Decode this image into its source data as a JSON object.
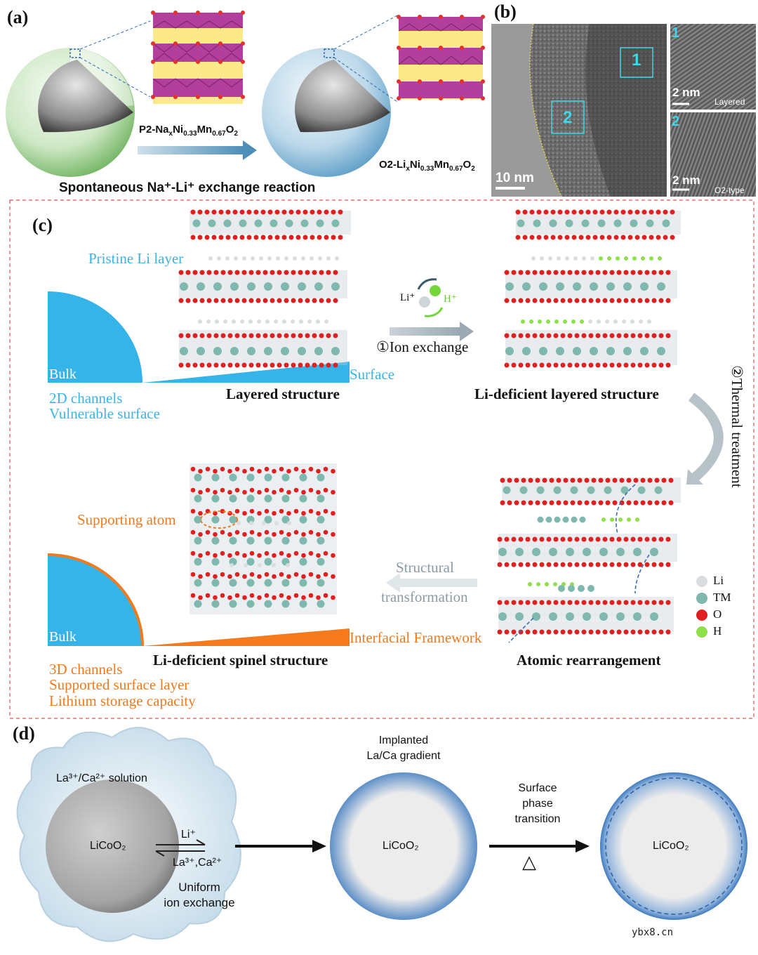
{
  "panel_a": {
    "label": "(a)",
    "p2_formula": {
      "pre": "P2-Na",
      "x1": "x",
      "mid": "Ni",
      "s1": "0.33",
      "mn": "Mn",
      "s2": "0.67",
      "o": "O",
      "s3": "2"
    },
    "o2_formula": {
      "pre": "O2-Li",
      "x1": "x",
      "mid": "Ni",
      "s1": "0.33",
      "mn": "Mn",
      "s2": "0.67",
      "o": "O",
      "s3": "2"
    },
    "caption": "Spontaneous Na⁺-Li⁺ exchange reaction"
  },
  "panel_b": {
    "label": "(b)",
    "box1": "1",
    "box2": "2",
    "scale_main": "10 nm",
    "inset1_num": "1",
    "inset1_scale": "2 nm",
    "inset1_tag": "Layered",
    "inset2_num": "2",
    "inset2_scale": "2 nm",
    "inset2_tag": "O2-type"
  },
  "panel_c": {
    "label": "(c)",
    "pristine_li_layer": "Pristine Li layer",
    "bulk_top": "Bulk",
    "surface": "Surface",
    "channels_2d": "2D channels",
    "vulnerable_surface": "Vulnerable surface",
    "layered_structure": "Layered structure",
    "li_plus": "Li⁺",
    "h_plus": "H⁺",
    "ion_exchange": "①Ion exchange",
    "li_deficient_layered": "Li-deficient layered structure",
    "thermal_treatment": "②Thermal treatment",
    "supporting_atom": "Supporting atom",
    "structural": "Structural",
    "transformation": "transformation",
    "bulk_bottom": "Bulk",
    "interfacial_framework": "Interfacial Framework",
    "li_deficient_spinel": "Li-deficient spinel structure",
    "atomic_rearrangement": "Atomic rearrangement",
    "channels_3d": "3D channels",
    "supported_surface_layer": "Supported surface layer",
    "lithium_storage": "Lithium storage capacity",
    "legend": [
      {
        "label": "Li",
        "color": "#d8dde0"
      },
      {
        "label": "TM",
        "color": "#7fb8ae"
      },
      {
        "label": "O",
        "color": "#e02020"
      },
      {
        "label": "H",
        "color": "#8ee04a"
      }
    ]
  },
  "panel_d": {
    "label": "(d)",
    "solution": "La³⁺/Ca²⁺ solution",
    "licoo2_1": "LiCoO₂",
    "li_plus": "Li⁺",
    "la_ca": "La³⁺,Ca²⁺",
    "uniform": "Uniform",
    "ion_exchange": "ion exchange",
    "implanted": "Implanted",
    "gradient": "La/Ca gradient",
    "licoo2_2": "LiCoO₂",
    "surface": "Surface",
    "phase": "phase",
    "transition": "transition",
    "delta": "△",
    "licoo2_3": "LiCoO₂"
  },
  "watermark": "ybx8.cn"
}
